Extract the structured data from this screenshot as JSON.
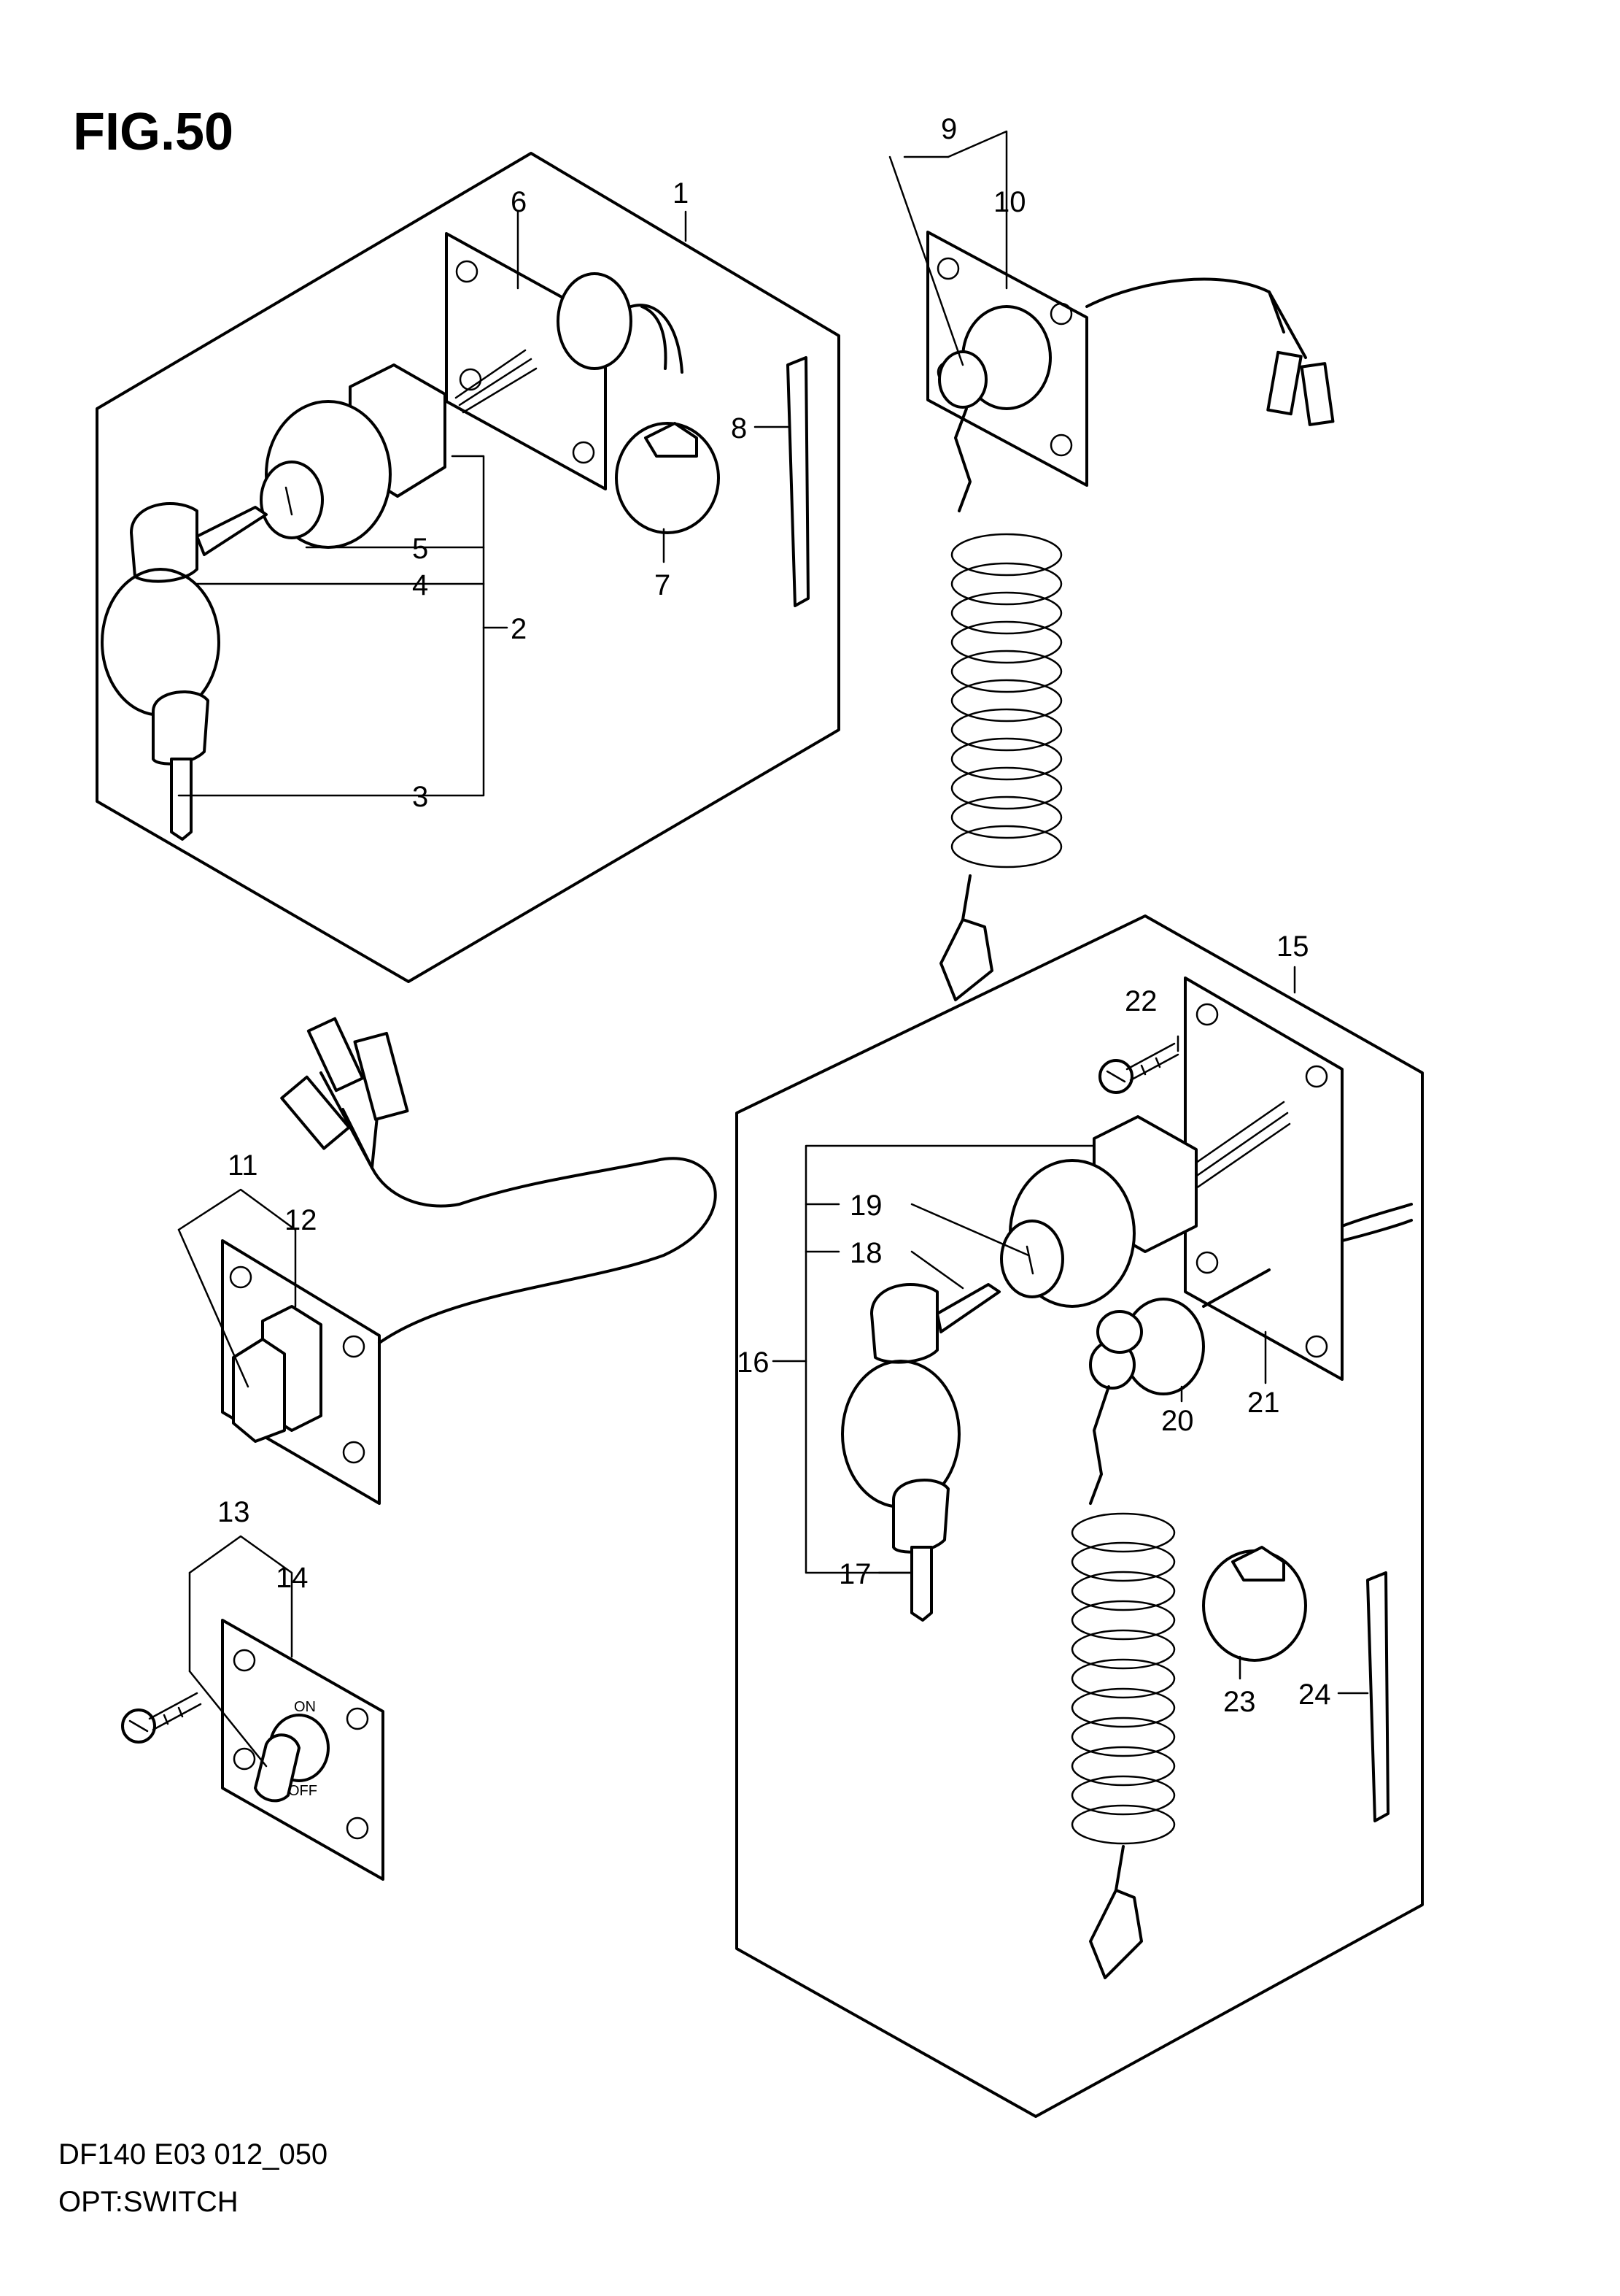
{
  "figure": {
    "title": "FIG.50"
  },
  "footer": {
    "model_line": "DF140 E03 012_050",
    "section": "OPT:SWITCH"
  },
  "callouts": {
    "c1": "1",
    "c2": "2",
    "c3": "3",
    "c4": "4",
    "c5": "5",
    "c6": "6",
    "c7": "7",
    "c8": "8",
    "c9": "9",
    "c10": "10",
    "c11": "11",
    "c12": "12",
    "c13": "13",
    "c14": "14",
    "c15": "15",
    "c16": "16",
    "c17": "17",
    "c18": "18",
    "c19": "19",
    "c20": "20",
    "c21": "21",
    "c22": "22",
    "c23": "23",
    "c24": "24"
  },
  "switch_markings": {
    "on": "ON",
    "off": "OFF"
  }
}
